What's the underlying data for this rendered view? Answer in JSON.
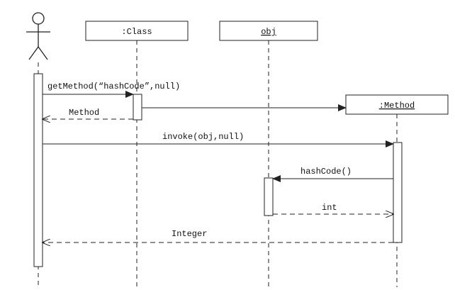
{
  "diagram": {
    "type": "sequence",
    "actor": {
      "label": ""
    },
    "participants": {
      "class": {
        "label": ":Class"
      },
      "obj": {
        "label": "obj"
      },
      "method": {
        "label": ":Method"
      }
    },
    "messages": {
      "get_method": {
        "label": "getMethod(“hashCode”,null)"
      },
      "method_return": {
        "label": "Method"
      },
      "invoke": {
        "label": "invoke(obj,null)"
      },
      "hashcode": {
        "label": "hashCode()"
      },
      "int_return": {
        "label": "int"
      },
      "integer_return": {
        "label": "Integer"
      }
    }
  }
}
